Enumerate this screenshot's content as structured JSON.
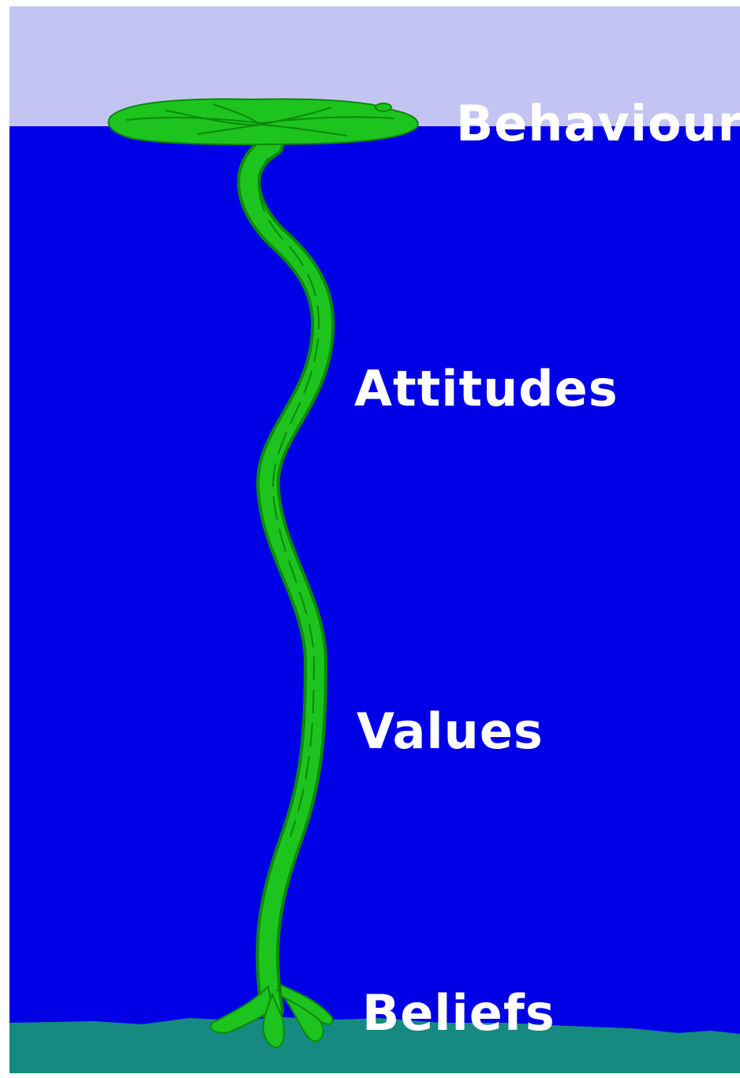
{
  "labels": {
    "behaviour": "Behaviour",
    "attitudes": "Attitudes",
    "values": "Values",
    "beliefs": "Beliefs"
  },
  "colors": {
    "sky": "#c4c4f2",
    "water": "#0000e6",
    "seabed": "#168a80",
    "plant": "#1ec41e",
    "plant_dark": "#0a8a0a",
    "text": "#ffffff"
  }
}
